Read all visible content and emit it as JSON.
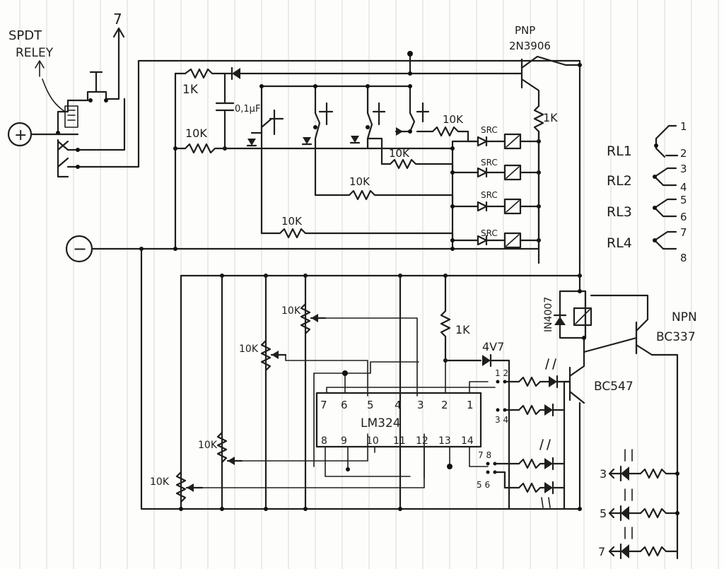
{
  "labels": {
    "spdt": "SPDT",
    "relay": "RELEY",
    "out7": "7",
    "pnp": "PNP",
    "pnp_model": "2N3906",
    "r1k_a": "1K",
    "r10k_a": "10K",
    "cap": "0,1μF",
    "r10k_b": "10K",
    "r10k_c": "10K",
    "r10k_d": "10K",
    "r10k_e": "10K",
    "r1k_b": "1K",
    "src1": "SRC",
    "src2": "SRC",
    "src3": "SRC",
    "src4": "SRC",
    "plus": "+",
    "minus": "−",
    "pot1": "10K",
    "pot2": "10K",
    "pot3": "10K",
    "pot4": "10K",
    "r1k_c": "1K",
    "zener": "4V7",
    "diode": "IN4007",
    "npn": "NPN",
    "npn_model": "BC337",
    "bc547": "BC547",
    "ic": "LM324",
    "sel_12": "1 2",
    "sel_34": "3 4",
    "sel_78": "7 8",
    "sel_56": "5 6"
  },
  "ic_pins_top": [
    "7",
    "6",
    "5",
    "4",
    "3",
    "2",
    "1"
  ],
  "ic_pins_bottom": [
    "8",
    "9",
    "10",
    "11",
    "12",
    "13",
    "14"
  ],
  "relays": [
    {
      "name": "RL1",
      "a": "1",
      "b": "2"
    },
    {
      "name": "RL2",
      "a": "3",
      "b": "4"
    },
    {
      "name": "RL3",
      "a": "5",
      "b": "6"
    },
    {
      "name": "RL4",
      "a": "7",
      "b": "8"
    }
  ],
  "outputs": [
    "3",
    "5",
    "7"
  ]
}
